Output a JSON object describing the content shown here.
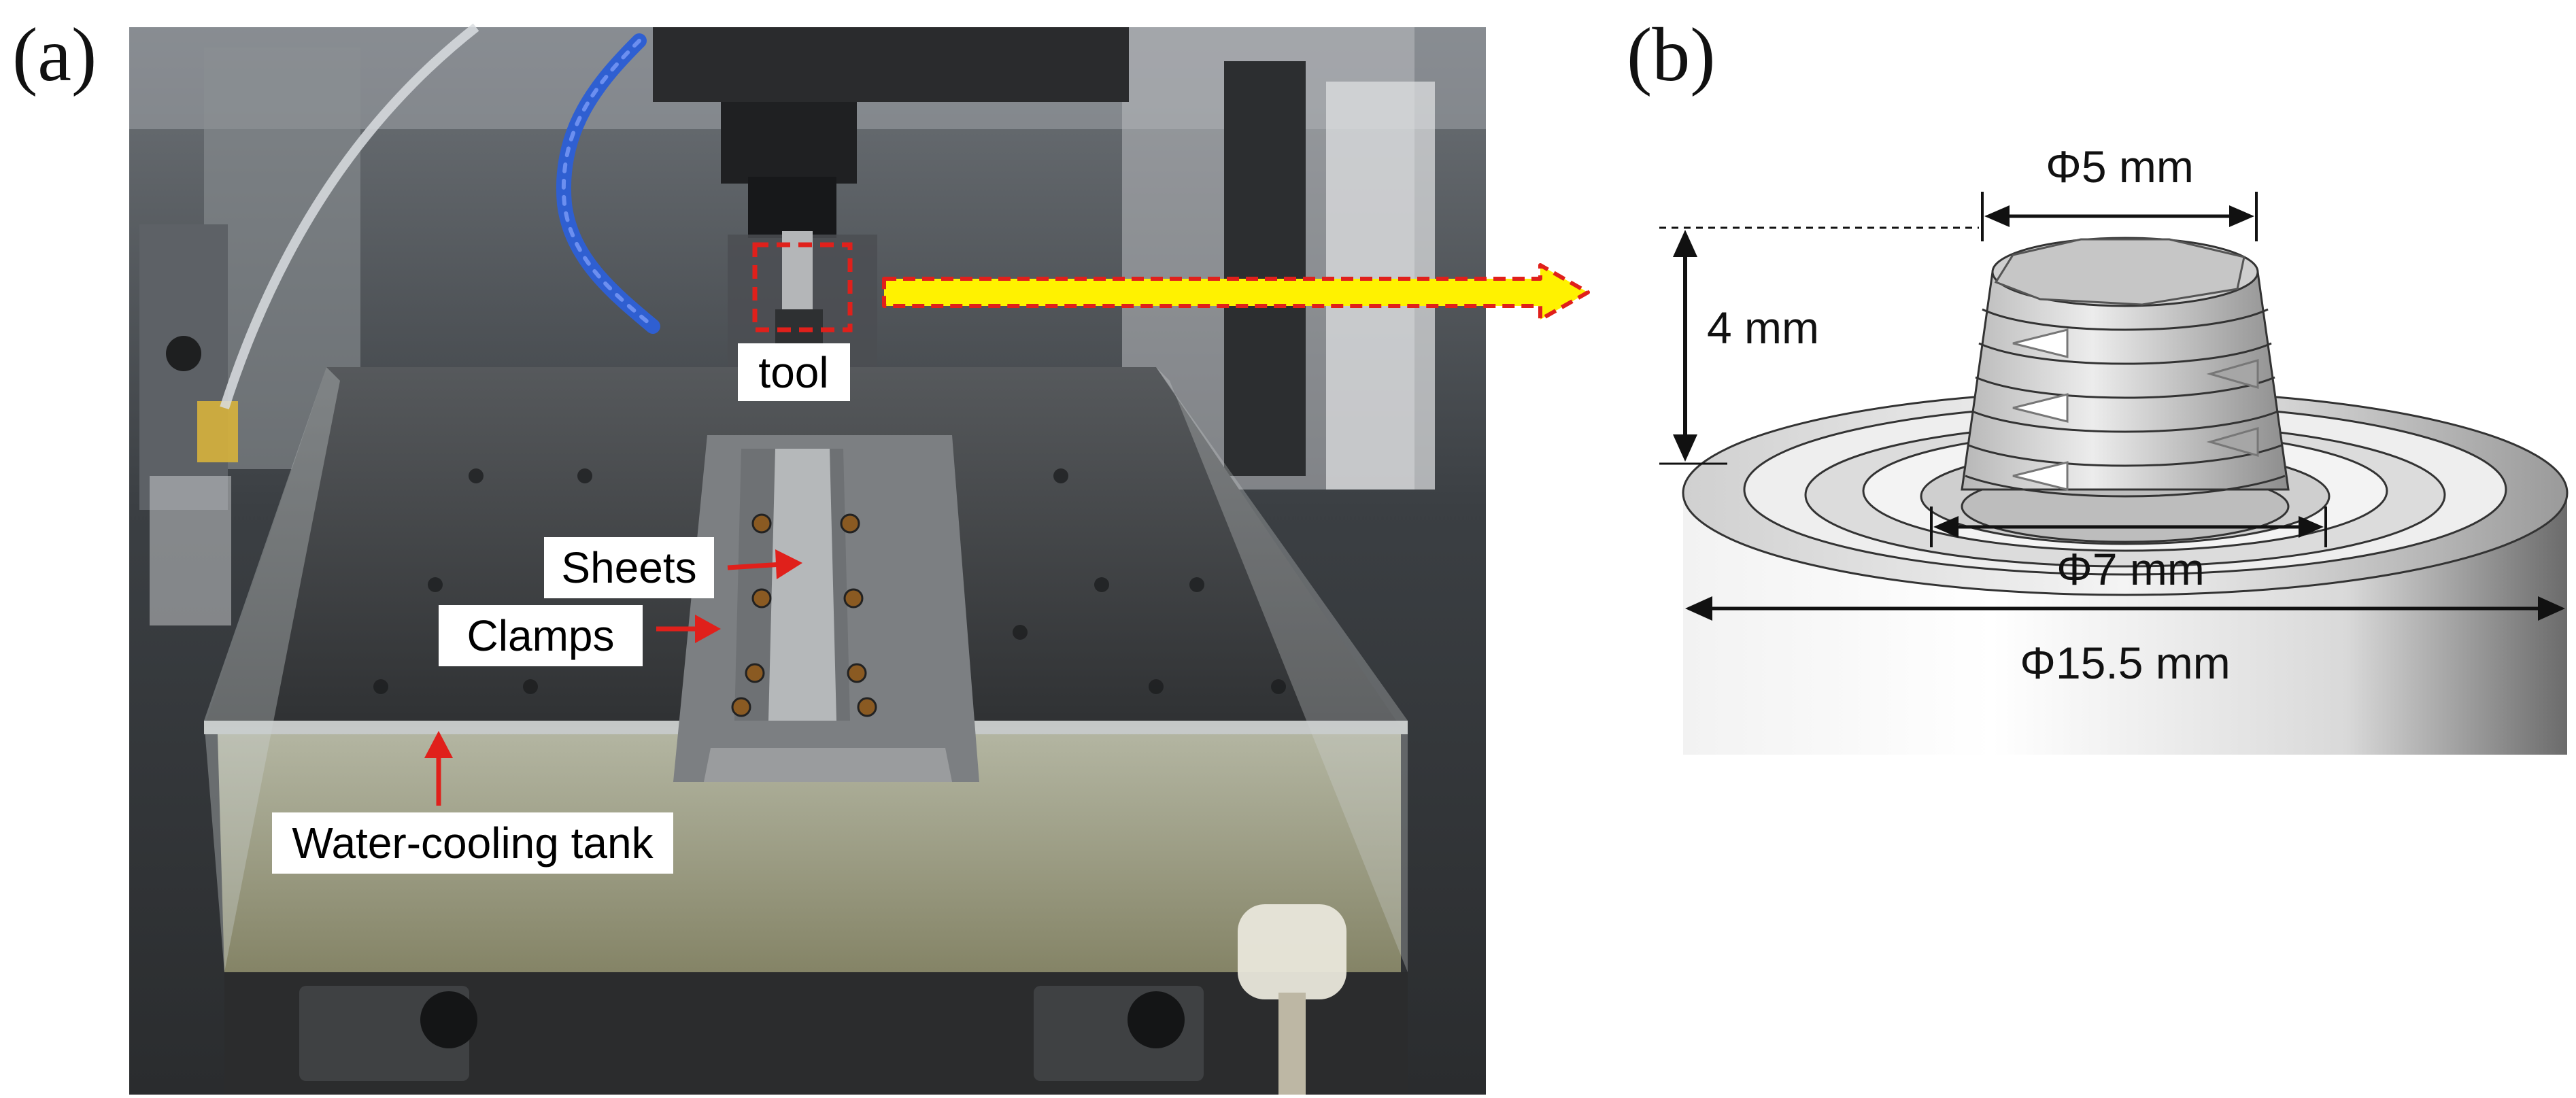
{
  "panel_a": {
    "letter": "(a)",
    "labels": {
      "tool": "tool",
      "sheets": "Sheets",
      "clamps": "Clamps",
      "tank": "Water-cooling tank"
    }
  },
  "panel_b": {
    "letter": "(b)",
    "dimensions": {
      "pin_top": "Φ5 mm",
      "pin_height": "4 mm",
      "pin_root": "Φ7 mm",
      "shoulder": "Φ15.5 mm"
    }
  },
  "colors": {
    "annotation_red": "#e0201b",
    "link_arrow_fill": "#fff200",
    "link_arrow_border": "#e0201b",
    "dimension_line": "#111111"
  }
}
